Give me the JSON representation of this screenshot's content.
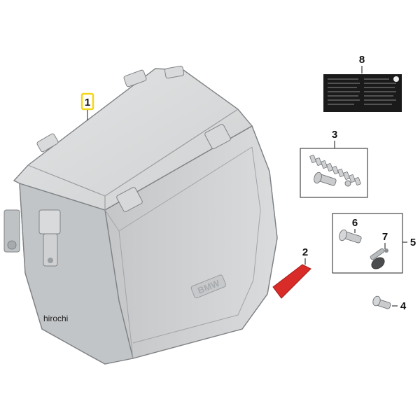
{
  "watermark": "hirochi",
  "brand_emboss": "BMW",
  "colors": {
    "case_body": "#c9cbcc",
    "case_light": "#e4e5e6",
    "case_dark": "#9c9fa1",
    "outline": "#7d8083",
    "highlight_box": "#f2d61a",
    "reflector": "#d92b27",
    "label_plate": "#1a1a1a"
  },
  "parts": [
    {
      "id": "1",
      "label": "1",
      "desc_icon": "aluminium-top-case-icon",
      "highlighted": true
    },
    {
      "id": "2",
      "label": "2",
      "desc_icon": "red-reflector-icon"
    },
    {
      "id": "3",
      "label": "3",
      "desc_icon": "rivet-set-icon"
    },
    {
      "id": "4",
      "label": "4",
      "desc_icon": "screw-icon"
    },
    {
      "id": "5",
      "label": "5",
      "desc_icon": "lock-set-icon"
    },
    {
      "id": "6",
      "label": "6",
      "desc_icon": "lock-cylinder-icon"
    },
    {
      "id": "7",
      "label": "7",
      "desc_icon": "key-icon"
    },
    {
      "id": "8",
      "label": "8",
      "desc_icon": "information-label-icon"
    }
  ]
}
